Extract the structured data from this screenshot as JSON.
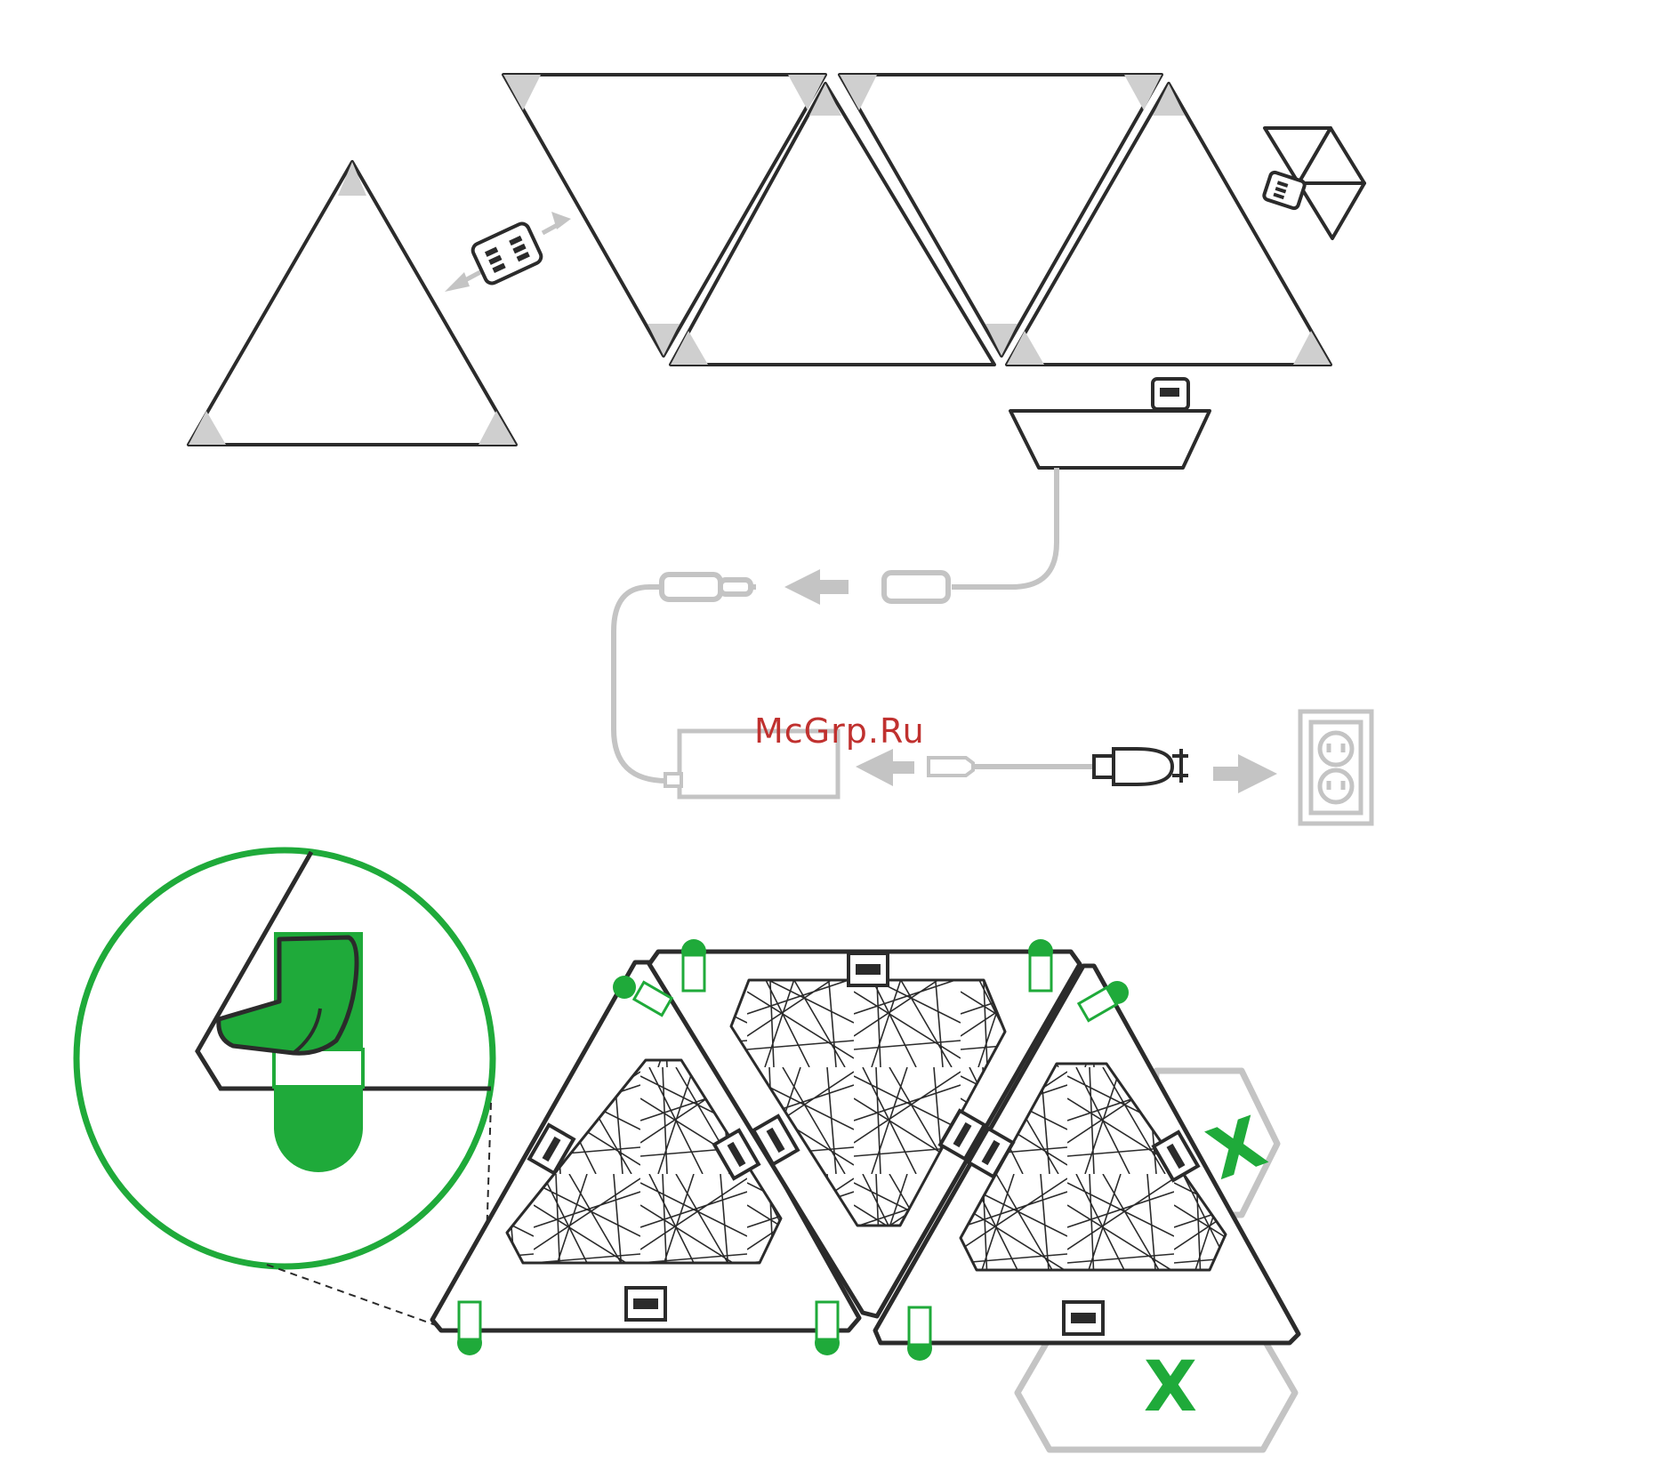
{
  "watermark": {
    "text": "McGrp.Ru",
    "color": "#c0312f"
  },
  "colors": {
    "outline": "#2b2b2b",
    "accent_green": "#1faa3a",
    "light_gray": "#c4c4c4",
    "corner_gray": "#cfcfcf"
  },
  "icons": {
    "panel": "triangle-panel-icon",
    "linker": "linker-connector-icon",
    "controller": "controller-icon",
    "power_supply": "power-adapter-icon",
    "plug": "plug-icon",
    "outlet": "wall-outlet-icon",
    "tape": "mounting-tape-icon",
    "invalid": "x-mark-icon"
  },
  "invalid_marks": [
    "X",
    "X"
  ]
}
